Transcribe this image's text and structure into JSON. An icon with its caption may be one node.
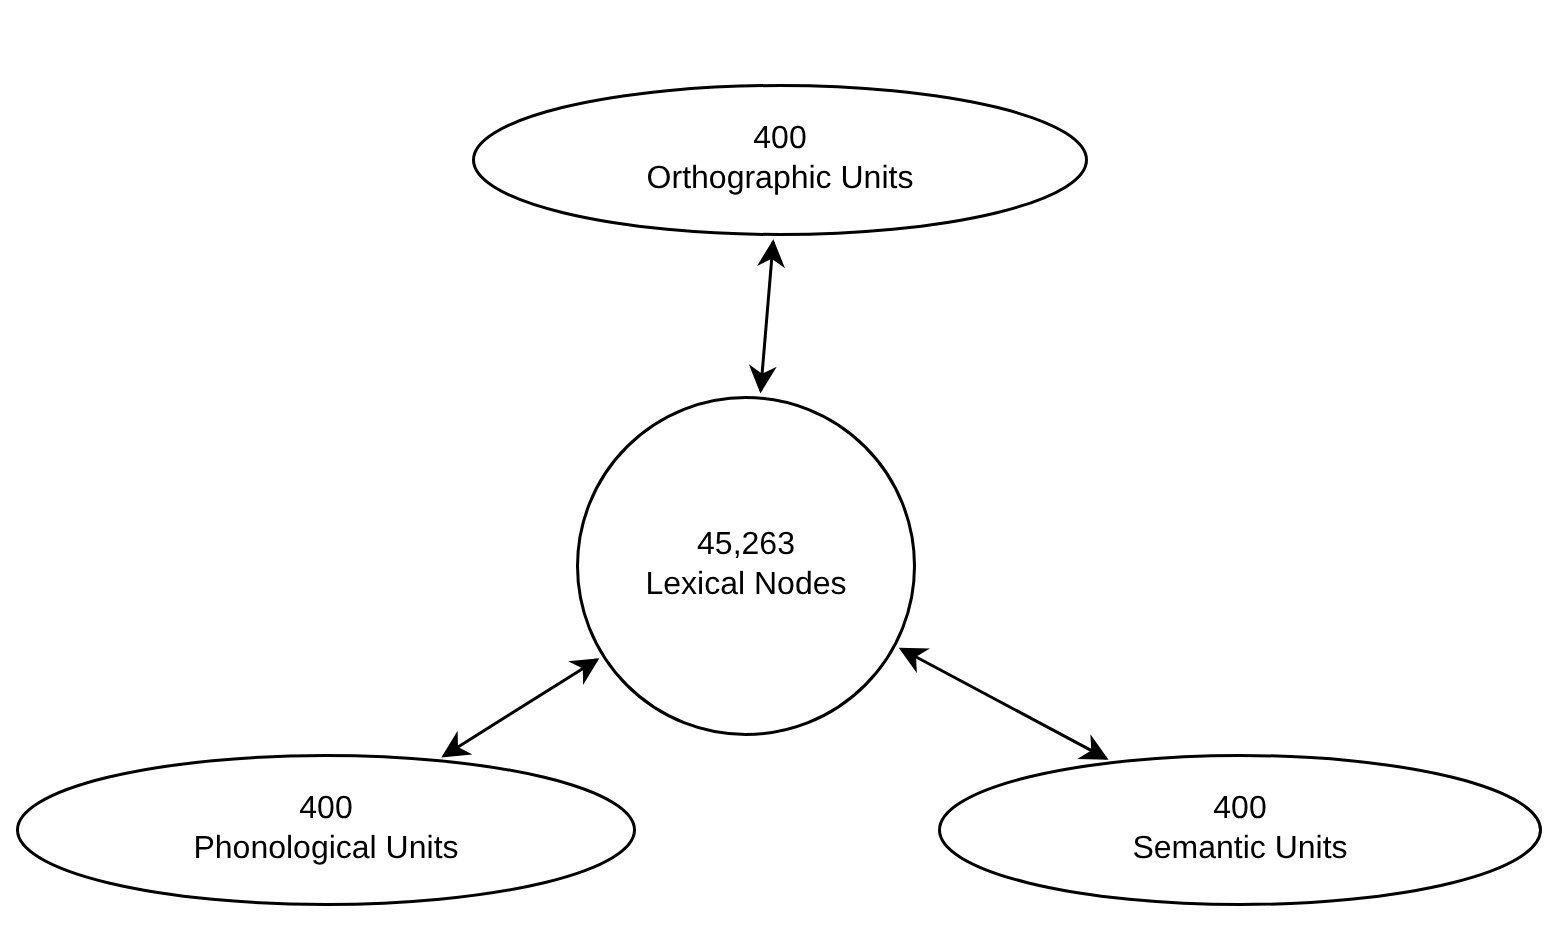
{
  "diagram": {
    "nodes": [
      {
        "text": [
          "400",
          "Orthographic Units"
        ]
      },
      {
        "text": [
          "45,263",
          "Lexical Nodes"
        ]
      },
      {
        "text": [
          "400",
          "Phonological Units"
        ]
      },
      {
        "text": [
          "400",
          "Semantic Units"
        ]
      }
    ],
    "edges": [
      {
        "from": 0,
        "to": 1,
        "arrow": "both"
      },
      {
        "from": 2,
        "to": 1,
        "arrow": "both"
      },
      {
        "from": 1,
        "to": 3,
        "arrow": "both"
      }
    ]
  }
}
